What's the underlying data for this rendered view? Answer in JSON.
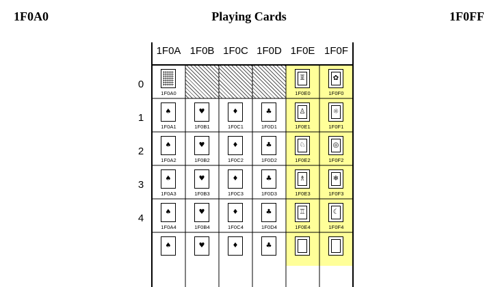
{
  "header": {
    "left_code": "1F0A0",
    "title": "Playing Cards",
    "right_code": "1F0FF"
  },
  "columns": [
    "1F0A",
    "1F0B",
    "1F0C",
    "1F0D",
    "1F0E",
    "1F0F"
  ],
  "rows": [
    "0",
    "1",
    "2",
    "3",
    "4"
  ],
  "cells": [
    [
      {
        "code": "1F0A0",
        "kind": "back"
      },
      {
        "code": "",
        "kind": "reserved"
      },
      {
        "code": "",
        "kind": "reserved"
      },
      {
        "code": "",
        "kind": "reserved"
      },
      {
        "code": "1F0E0",
        "kind": "trump",
        "glyph": "🃠"
      },
      {
        "code": "1F0F0",
        "kind": "trump",
        "glyph": "✿"
      }
    ],
    [
      {
        "code": "1F0A1",
        "kind": "suit",
        "suit": "spades",
        "glyph": "♠"
      },
      {
        "code": "1F0B1",
        "kind": "suit",
        "suit": "hearts",
        "glyph": "♥"
      },
      {
        "code": "1F0C1",
        "kind": "suit",
        "suit": "diamonds",
        "glyph": "♦"
      },
      {
        "code": "1F0D1",
        "kind": "suit",
        "suit": "clubs",
        "glyph": "♣"
      },
      {
        "code": "1F0E1",
        "kind": "trump",
        "glyph": "♙"
      },
      {
        "code": "1F0F1",
        "kind": "trump",
        "glyph": "☼"
      }
    ],
    [
      {
        "code": "1F0A2",
        "kind": "suit",
        "suit": "spades",
        "glyph": "♠"
      },
      {
        "code": "1F0B2",
        "kind": "suit",
        "suit": "hearts",
        "glyph": "♥"
      },
      {
        "code": "1F0C2",
        "kind": "suit",
        "suit": "diamonds",
        "glyph": "♦"
      },
      {
        "code": "1F0D2",
        "kind": "suit",
        "suit": "clubs",
        "glyph": "♣"
      },
      {
        "code": "1F0E2",
        "kind": "trump",
        "glyph": "♘"
      },
      {
        "code": "1F0F2",
        "kind": "trump",
        "glyph": "◎"
      }
    ],
    [
      {
        "code": "1F0A3",
        "kind": "suit",
        "suit": "spades",
        "glyph": "♠"
      },
      {
        "code": "1F0B3",
        "kind": "suit",
        "suit": "hearts",
        "glyph": "♥"
      },
      {
        "code": "1F0C3",
        "kind": "suit",
        "suit": "diamonds",
        "glyph": "♦"
      },
      {
        "code": "1F0D3",
        "kind": "suit",
        "suit": "clubs",
        "glyph": "♣"
      },
      {
        "code": "1F0E3",
        "kind": "trump",
        "glyph": "♗"
      },
      {
        "code": "1F0F3",
        "kind": "trump",
        "glyph": "❄"
      }
    ],
    [
      {
        "code": "1F0A4",
        "kind": "suit",
        "suit": "spades",
        "glyph": "♠"
      },
      {
        "code": "1F0B4",
        "kind": "suit",
        "suit": "hearts",
        "glyph": "♥"
      },
      {
        "code": "1F0C4",
        "kind": "suit",
        "suit": "diamonds",
        "glyph": "♦"
      },
      {
        "code": "1F0D4",
        "kind": "suit",
        "suit": "clubs",
        "glyph": "♣"
      },
      {
        "code": "1F0E4",
        "kind": "trump",
        "glyph": "♖"
      },
      {
        "code": "1F0F4",
        "kind": "trump",
        "glyph": "☾"
      }
    ],
    [
      {
        "code": "",
        "kind": "suit",
        "suit": "spades",
        "glyph": "♠"
      },
      {
        "code": "",
        "kind": "suit",
        "suit": "hearts",
        "glyph": "♥"
      },
      {
        "code": "",
        "kind": "suit",
        "suit": "diamonds",
        "glyph": "♦"
      },
      {
        "code": "",
        "kind": "suit",
        "suit": "clubs",
        "glyph": "♣"
      },
      {
        "code": "",
        "kind": "trump",
        "glyph": ""
      },
      {
        "code": "",
        "kind": "trump",
        "glyph": ""
      }
    ]
  ],
  "colors": {
    "trump_fill": "#ffff99",
    "grid": "#000000",
    "hatch": "#555555"
  }
}
